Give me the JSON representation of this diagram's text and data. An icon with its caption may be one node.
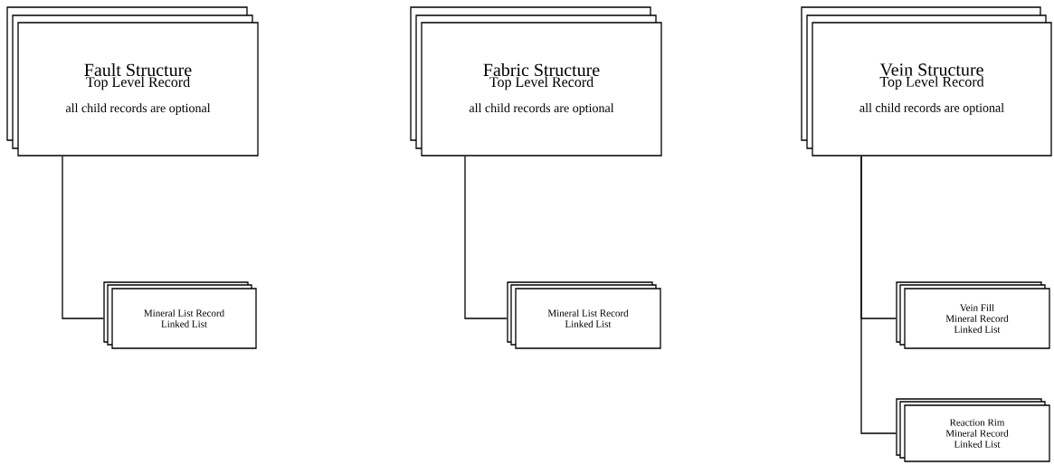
{
  "diagram": {
    "nodes": [
      {
        "text": [
          "Fault Structure",
          "Top Level Record",
          "all child records are optional"
        ]
      },
      {
        "text": [
          "Mineral List Record",
          "Linked List"
        ]
      },
      {
        "text": [
          "Fabric Structure",
          "Top Level Record",
          "all child records are optional"
        ]
      },
      {
        "text": [
          "Mineral List Record",
          "Linked List"
        ]
      },
      {
        "text": [
          "Vein Structure",
          "Top Level Record",
          "all child records are optional"
        ]
      },
      {
        "text": [
          "Vein Fill",
          "Mineral Record",
          "Linked List"
        ]
      },
      {
        "text": [
          "Reaction Rim",
          "Mineral Record",
          "Linked List"
        ]
      }
    ],
    "edges": [
      {
        "from": 0,
        "to": 1,
        "arrow": "none"
      },
      {
        "from": 2,
        "to": 3,
        "arrow": "none"
      },
      {
        "from": 4,
        "to": 5,
        "arrow": "none"
      },
      {
        "from": 4,
        "to": 6,
        "arrow": "none"
      }
    ]
  }
}
